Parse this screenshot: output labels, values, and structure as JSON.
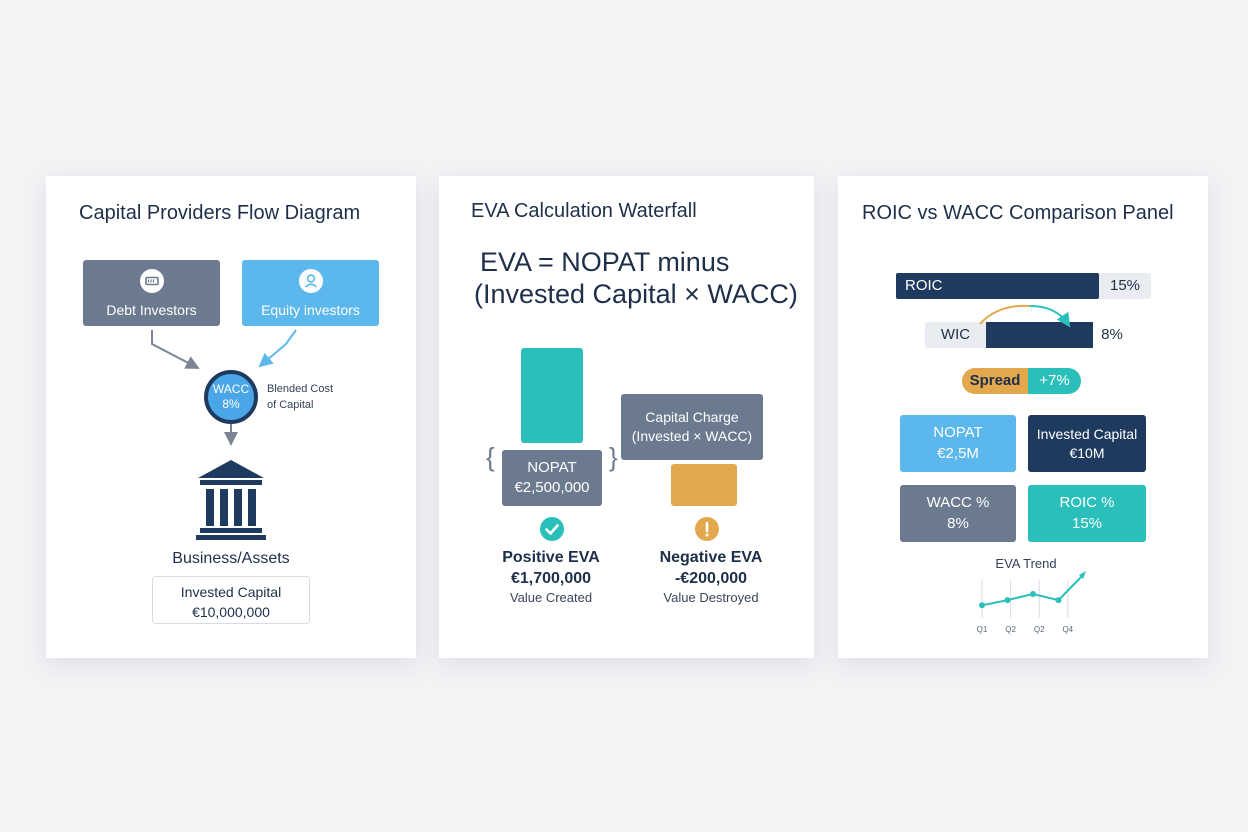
{
  "colors": {
    "navy": "#1f3a5f",
    "slate": "#6b7a8f",
    "sky": "#5cb8ec",
    "teal": "#2bbfbb",
    "amber": "#e3a84e",
    "bg": "#f2f3f5"
  },
  "panel1": {
    "title": "Capital Providers Flow Diagram",
    "debt_label": "Debt Investors",
    "debt_icon": "bank-card-icon",
    "equity_label": "Equity investors",
    "equity_icon": "person-icon",
    "wacc_label": "WACC",
    "wacc_value": "8%",
    "blended_line1": "Blended Cost",
    "blended_line2": "of Capital",
    "business_label": "Business/Assets",
    "business_icon": "bank-building-icon",
    "invested_label": "Invested Capital",
    "invested_value": "€10,000,000"
  },
  "panel2": {
    "title": "EVA Calculation Waterfall",
    "formula_line1": "EVA = NOPAT minus",
    "formula_line2": "(Invested Capital × WACC)",
    "nopat_label": "NOPAT",
    "nopat_value": "€2,500,000",
    "charge_line1": "Capital Charge",
    "charge_line2": "(Invested × WACC)",
    "positive_title": "Positive EVA",
    "positive_value": "€1,700,000",
    "positive_caption": "Value Created",
    "negative_title": "Negative EVA",
    "negative_value": "-€200,000",
    "negative_caption": "Value Destroyed"
  },
  "panel3": {
    "title": "ROIC vs WACC Comparison Panel",
    "roic_label": "ROIC",
    "roic_value": "15%",
    "wic_label": "WIC",
    "wic_value": "8%",
    "spread_label": "Spread",
    "spread_value": "+7%",
    "tiles": [
      {
        "label": "NOPAT",
        "value": "€2,5M"
      },
      {
        "label": "Invested Capital",
        "value": "€10M"
      },
      {
        "label": "WACC %",
        "value": "8%"
      },
      {
        "label": "ROIC %",
        "value": "15%"
      }
    ]
  },
  "chart_data": {
    "type": "line",
    "title": "EVA Trend",
    "categories": [
      "Q1",
      "Q2",
      "Q2",
      "Q4"
    ],
    "series": [
      {
        "values": [
          1.0,
          1.6,
          2.3,
          1.6,
          4.6
        ]
      }
    ]
  }
}
